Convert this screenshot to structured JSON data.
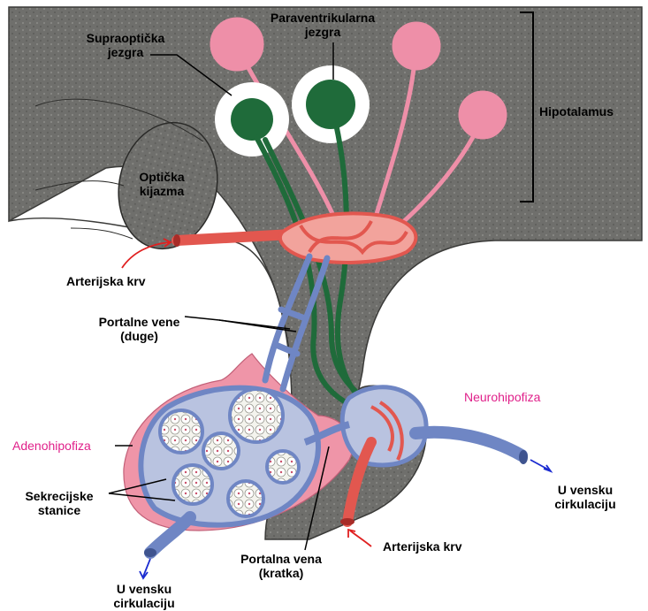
{
  "labels": {
    "supraopticka_line1": "Supraoptička",
    "supraopticka_line2": "jezgra",
    "paraventrikularna_line1": "Paraventrikularna",
    "paraventrikularna_line2": "jezgra",
    "hipotalamus": "Hipotalamus",
    "opticka_line1": "Optička",
    "opticka_line2": "kijazma",
    "arterijska_krv_top": "Arterijska krv",
    "portalne_vene_line1": "Portalne vene",
    "portalne_vene_line2": "(duge)",
    "neurohipofiza": "Neurohipofiza",
    "adenohipofiza": "Adenohipofiza",
    "sekrecijske_line1": "Sekrecijske",
    "sekrecijske_line2": "stanice",
    "portalna_vena_line1": "Portalna vena",
    "portalna_vena_line2": "(kratka)",
    "arterijska_krv_bottom": "Arterijska krv",
    "venska_right_line1": "U vensku",
    "venska_right_line2": "cirkulaciju",
    "venska_left_line1": "U vensku",
    "venska_left_line2": "cirkulaciju"
  },
  "colors": {
    "tissue_gray": "#7b7b78",
    "neuron_green": "#1f6b3a",
    "neuron_pink": "#ee8fa8",
    "artery_red": "#e2574f",
    "vein_blue": "#6f86c4",
    "adeno_pink": "#ef95a8",
    "label_pink": "#e0208a",
    "arrow_red": "#e02020",
    "arrow_blue": "#1a2bd0"
  }
}
